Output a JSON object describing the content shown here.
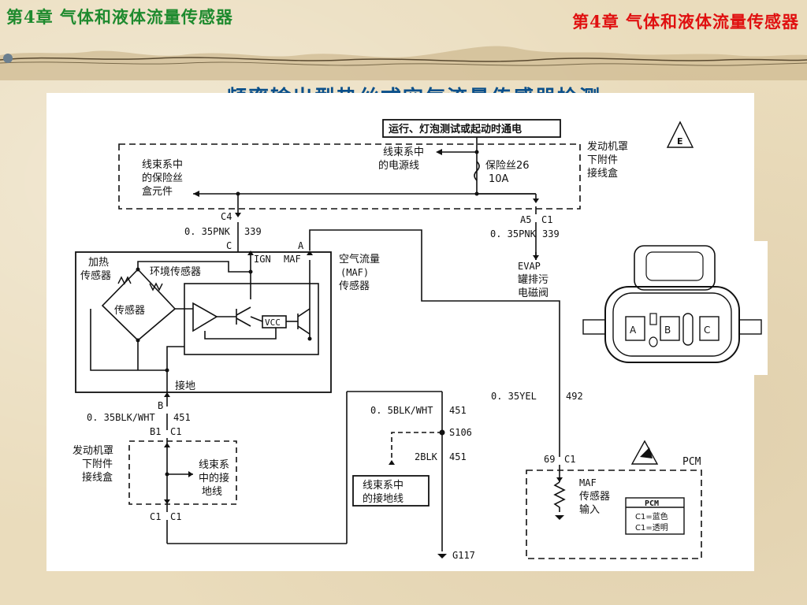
{
  "header": {
    "left_title": "第4章  气体和液体流量传感器",
    "right_title": "第4章  气体和液体流量传感器"
  },
  "slide": {
    "title": "频率输出型热丝式空气流量传感器检测"
  },
  "diagram": {
    "top_label": "运行、灯泡测试或起动时通电",
    "fuse_block_label": [
      "线束系中",
      "的保险丝",
      "盒元件"
    ],
    "power_line_label": [
      "线束系中",
      "的电源线"
    ],
    "fuse_label": [
      "保险丝26",
      "10A"
    ],
    "underhood_box_label": [
      "发动机罩",
      "下附件",
      "接线盒"
    ],
    "conn_c4": "C4",
    "wire_pnk_left": "0. 35PNK",
    "wire_pnk_left_num": "339",
    "pin_c": "C",
    "pin_a": "A",
    "conn_a5": "A5",
    "conn_c1": "C1",
    "wire_pnk_right": "0. 35PNK",
    "wire_pnk_right_num": "339",
    "heater_sensor_label": [
      "加热",
      "传感器"
    ],
    "ambient_sensor_label": "环境传感器",
    "sensor_label": "传感器",
    "ign_label": "IGN",
    "maf_pin_label": "MAF",
    "vcc_label": "VCC",
    "maf_label": [
      "空气流量",
      "(MAF)",
      "传感器"
    ],
    "evap_label": [
      "EVAP",
      "罐排污",
      "电磁阀"
    ],
    "ground_label": "接地",
    "pin_b": "B",
    "wire_blk_wht_left": "0. 35BLK/WHT",
    "wire_blk_wht_left_num": "451",
    "conn_b1": "B1",
    "conn_b1_c1": "C1",
    "underhood_box_label_2": [
      "发动机罩",
      "下附件",
      "接线盒"
    ],
    "harness_ground_label": [
      "线束系",
      "中的接",
      "地线"
    ],
    "conn_c1_bottom_left": "C1",
    "conn_c1_bottom_right": "C1",
    "wire_blk_wht_mid": "0. 5BLK/WHT",
    "wire_blk_wht_mid_num": "451",
    "splice_label": "S106",
    "wire_2blk": "2BLK",
    "wire_2blk_num": "451",
    "harness_ground_box": [
      "线束系中",
      "的接地线"
    ],
    "ground_point": "G117",
    "wire_yel": "0. 35YEL",
    "wire_yel_num": "492",
    "conn_69": "69",
    "conn_69_c1": "C1",
    "pcm_label": "PCM",
    "maf_input_label": [
      "MAF",
      "传感器",
      "输入"
    ],
    "pcm_table_title": "PCM",
    "pcm_table_rows": [
      "C1=蓝色",
      "C1=透明"
    ],
    "warning_icon_text": "E",
    "connector_pins": [
      "A",
      "B",
      "C"
    ]
  }
}
